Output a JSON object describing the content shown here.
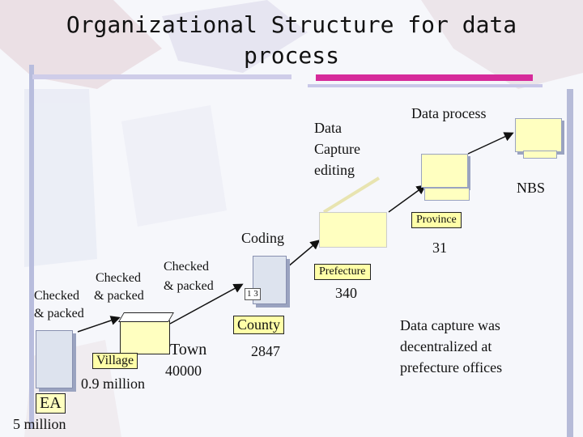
{
  "title_line1": "Organizational Structure for data",
  "title_line2": "process",
  "labels": {
    "data_capture": [
      "Data",
      "Capture",
      "editing"
    ],
    "data_process": "Data process",
    "nbs": "NBS",
    "province": "Province",
    "province_count": "31",
    "coding": "Coding",
    "prefecture": "Prefecture",
    "prefecture_count": "340",
    "county": "County",
    "county_count": "2847",
    "checked_packed_1": [
      "Checked",
      "& packed"
    ],
    "checked_packed_2": [
      "Checked",
      "& packed"
    ],
    "checked_packed_3": [
      "Checked",
      "& packed"
    ],
    "town": "Town",
    "town_count": "40000",
    "village": "Village",
    "village_count": "0.9 million",
    "ea": "EA",
    "ea_count": "5 million",
    "county_icon_text": "1 3",
    "note": [
      "Data capture was",
      "decentralized at",
      "prefecture offices"
    ]
  },
  "colors": {
    "box_fill": "#ffffc0",
    "box_shadow": "#9aa3c0",
    "arrow": "#111111"
  }
}
